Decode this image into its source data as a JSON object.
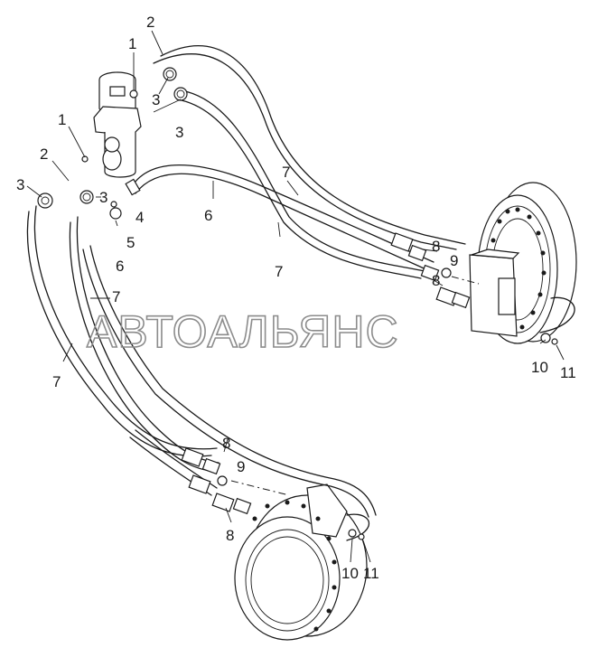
{
  "watermark": "АВТОАЛЬЯНС",
  "callouts": [
    {
      "id": "c1a",
      "text": "1"
    },
    {
      "id": "c1b",
      "text": "1"
    },
    {
      "id": "c2a",
      "text": "2"
    },
    {
      "id": "c2b",
      "text": "2"
    },
    {
      "id": "c3a",
      "text": "3"
    },
    {
      "id": "c3b",
      "text": "3"
    },
    {
      "id": "c3c",
      "text": "3"
    },
    {
      "id": "c3d",
      "text": "3"
    },
    {
      "id": "c4",
      "text": "4"
    },
    {
      "id": "c5",
      "text": "5"
    },
    {
      "id": "c6a",
      "text": "6"
    },
    {
      "id": "c6b",
      "text": "6"
    },
    {
      "id": "c7a",
      "text": "7"
    },
    {
      "id": "c7b",
      "text": "7"
    },
    {
      "id": "c7c",
      "text": "7"
    },
    {
      "id": "c7d",
      "text": "7"
    },
    {
      "id": "c8a",
      "text": "8"
    },
    {
      "id": "c8b",
      "text": "8"
    },
    {
      "id": "c8c",
      "text": "8"
    },
    {
      "id": "c8d",
      "text": "8"
    },
    {
      "id": "c9a",
      "text": "9"
    },
    {
      "id": "c9b",
      "text": "9"
    },
    {
      "id": "c10a",
      "text": "10"
    },
    {
      "id": "c10b",
      "text": "10"
    },
    {
      "id": "c11a",
      "text": "11"
    },
    {
      "id": "c11b",
      "text": "11"
    }
  ]
}
